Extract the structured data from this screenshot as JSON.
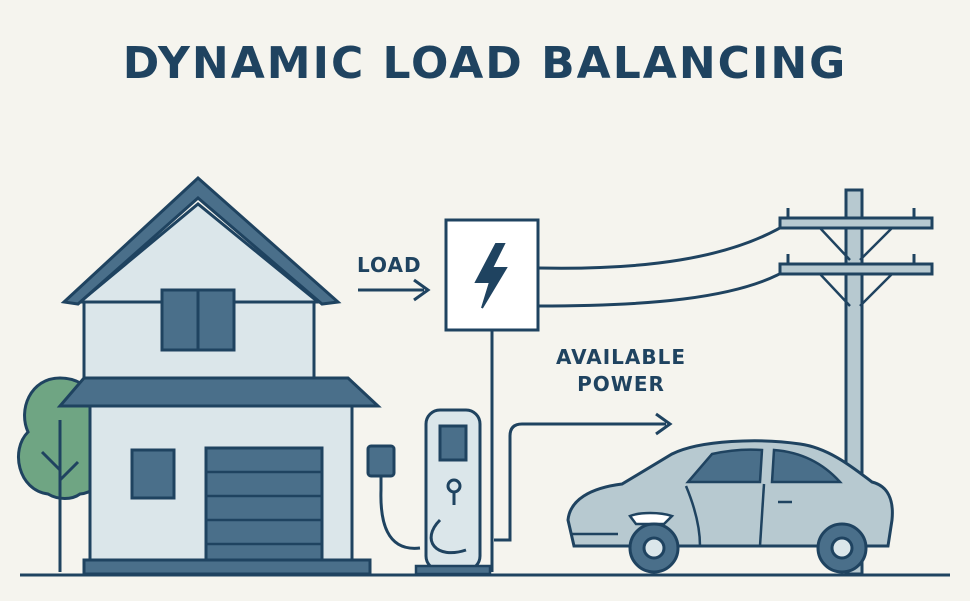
{
  "title": "DYNAMIC LOAD BALANCING",
  "labels": {
    "load": "LOAD",
    "available_line1": "AVAILABLE",
    "available_line2": "POWER"
  },
  "colors": {
    "background": "#f5f4ee",
    "navy": "#1f4360",
    "slate": "#4a6f8a",
    "pale": "#dbe6ea",
    "tree": "#6fa583",
    "car": "#b7c9d0"
  },
  "icons": [
    "house-icon",
    "tree-icon",
    "wall-outlet-icon",
    "charging-station-icon",
    "lightning-bolt-icon",
    "utility-pole-icon",
    "car-icon"
  ]
}
